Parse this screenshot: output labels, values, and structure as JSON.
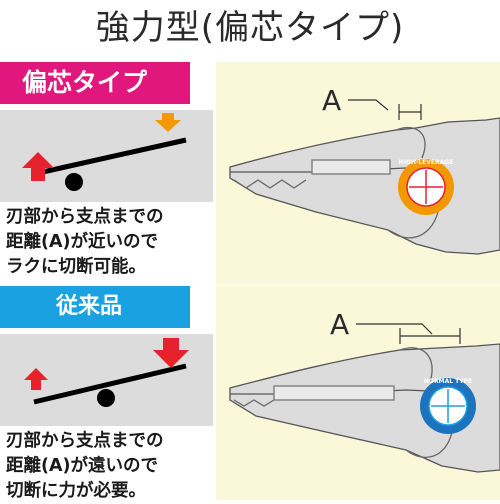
{
  "title": "強力型(偏芯タイプ)",
  "offset": {
    "header": "偏芯タイプ",
    "caption_lines": [
      "刃部から支点までの",
      "距離(A)が近いので",
      "ラクに切断可能。"
    ],
    "dim_label": "A",
    "badge_text": "HIGH-LEVERAGE",
    "badge_color": "#f39800"
  },
  "standard": {
    "header": "従来品",
    "caption_lines": [
      "刃部から支点までの",
      "距離(A)が遠いので",
      "切断に力が必要。"
    ],
    "dim_label": "A",
    "badge_text": "NORMAL TYPE",
    "badge_color": "#1e73be"
  },
  "colors": {
    "pink": "#e0177d",
    "blue": "#1aa1e2",
    "arrow_red": "#e8222d",
    "arrow_orange": "#f39800",
    "panel_bg": "#fbf7d9"
  }
}
